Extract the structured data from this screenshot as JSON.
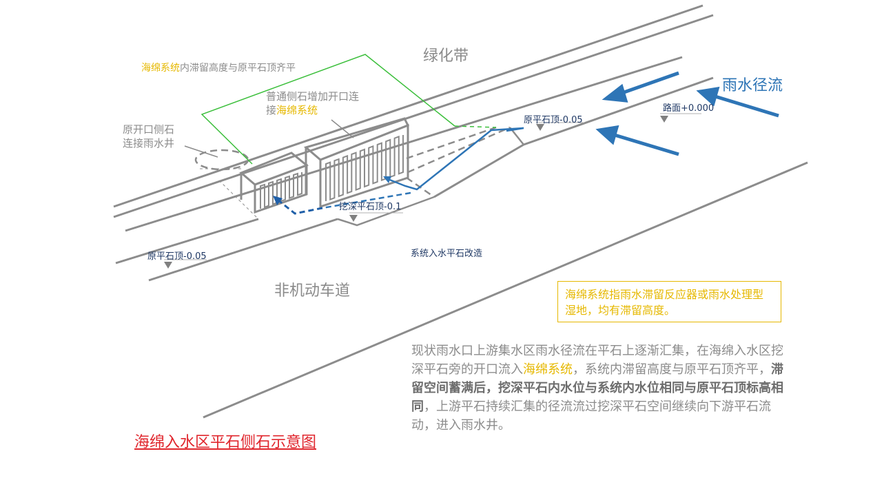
{
  "labels": {
    "greenbelt": "绿化带",
    "nonmotor_lane": "非机动车道",
    "runoff": "雨水径流",
    "storage_prefix": "海绵系统",
    "storage_rest": "内滞留高度与原平石顶齐平",
    "opening_line1": "普通侧石增加开口连",
    "opening_line2_prefix": "接",
    "opening_line2_highlight": "海绵系统",
    "old_curb_line1": "原开口侧石",
    "old_curb_line2": "连接雨水井",
    "road_surface": "路面+0.000",
    "curb_top_right": "原平石顶-0.05",
    "dug_curb_top": "挖深平石顶-0.1",
    "curb_top_left": "原平石顶-0.05",
    "inlet_modification": "系统入水平石改造"
  },
  "note_box": "海绵系统指雨水滞留反应器或雨水处理型湿地，均有滞留高度。",
  "paragraph": {
    "part1": "现状雨水口上游集水区雨水径流在平石上逐渐汇集，在海绵入水区挖深平石旁的开口流入",
    "highlight": "海绵系统",
    "part2": "，系统内滞留高度与原平石顶齐平，",
    "bold": "滞留空间蓄满后，挖深平石内水位与系统内水位相同与原平石顶标高相同",
    "part3": "，上游平石持续汇集的径流流过挖深平石空间继续向下游平石流动，进入雨水井。"
  },
  "caption": "海绵入水区平石侧石示意图",
  "colors": {
    "line_gray": "#8c8c8c",
    "green": "#3cbf3c",
    "flow_blue": "#2e75b6",
    "navy": "#1f3864",
    "highlight_yellow": "#e6b800",
    "caption_red": "#e0262d"
  }
}
